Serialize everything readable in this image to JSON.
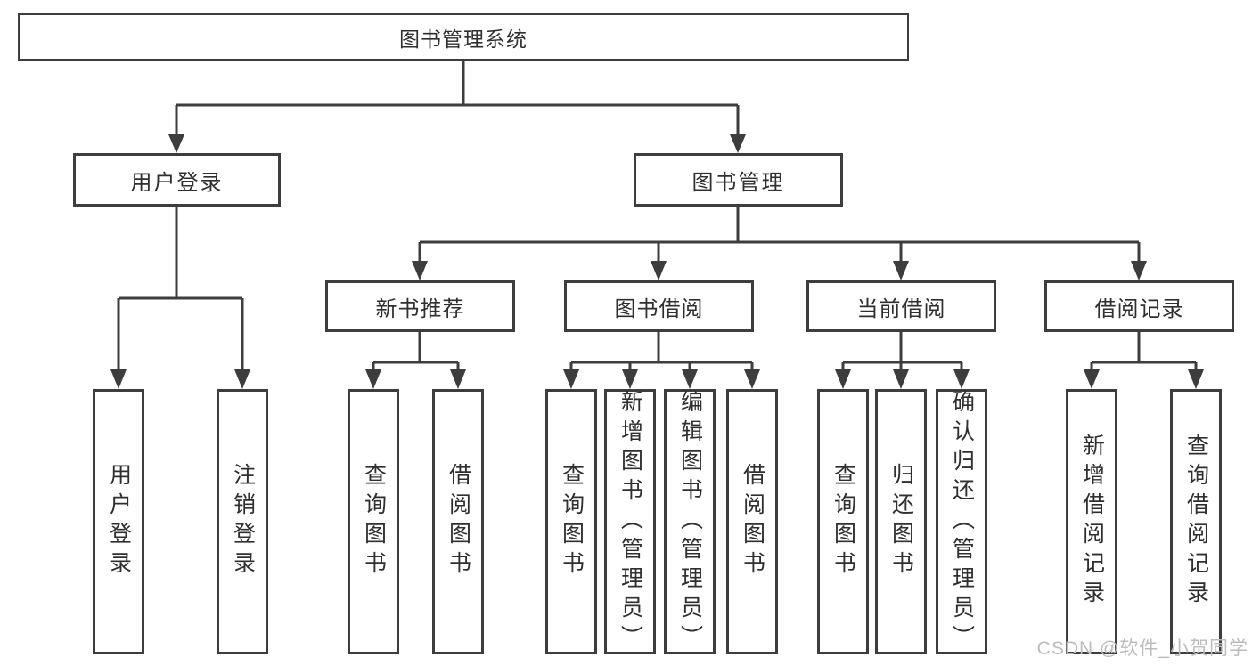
{
  "diagram_type": "hierarchy-tree",
  "watermark": "CSDN @软件_小贺同学",
  "tree": {
    "label": "图书管理系统",
    "children": [
      {
        "label": "用户登录",
        "children": [
          {
            "label": "用户登录"
          },
          {
            "label": "注销登录"
          }
        ]
      },
      {
        "label": "图书管理",
        "children": [
          {
            "label": "新书推荐",
            "children": [
              {
                "label": "查询图书"
              },
              {
                "label": "借阅图书"
              }
            ]
          },
          {
            "label": "图书借阅",
            "children": [
              {
                "label": "查询图书"
              },
              {
                "label": "新增图书（管理员）"
              },
              {
                "label": "编辑图书（管理员）"
              },
              {
                "label": "借阅图书"
              }
            ]
          },
          {
            "label": "当前借阅",
            "children": [
              {
                "label": "查询图书"
              },
              {
                "label": "归还图书"
              },
              {
                "label": "确认归还（管理员）"
              }
            ]
          },
          {
            "label": "借阅记录",
            "children": [
              {
                "label": "新增借阅记录"
              },
              {
                "label": "查询借阅记录"
              }
            ]
          }
        ]
      }
    ]
  },
  "colors": {
    "line": "#3d3d3d",
    "border": "#3d3d3d",
    "text": "#2f2f2f",
    "background": "#ffffff",
    "watermark": "#bcbcbc"
  }
}
